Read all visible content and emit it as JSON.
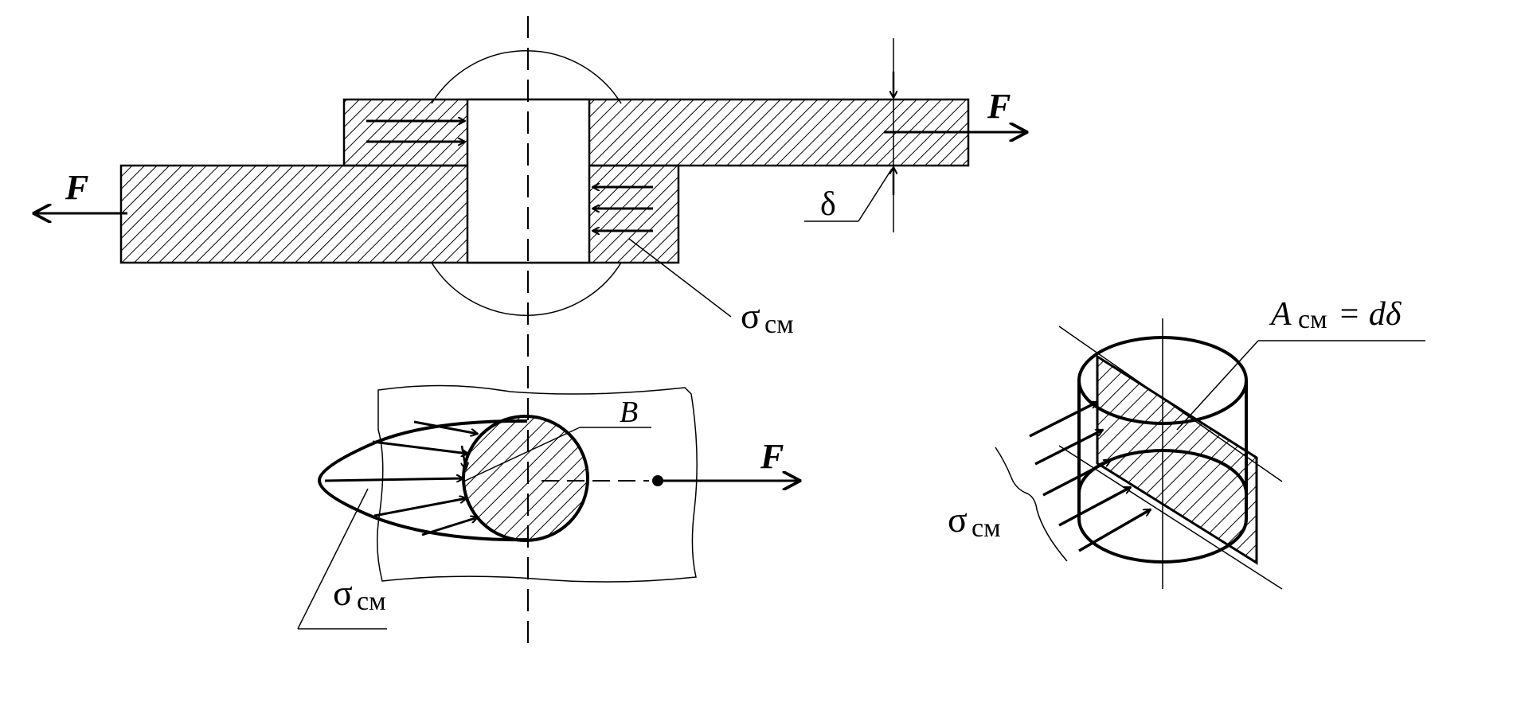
{
  "labels": {
    "force": "F",
    "thickness": "δ",
    "bearing_stress": "σ",
    "bearing_stress_sub": "см",
    "point": "B",
    "area": "A",
    "area_sub": "см",
    "area_eq": "= dδ"
  },
  "colors": {
    "ink": "#000000",
    "paper": "#ffffff"
  }
}
